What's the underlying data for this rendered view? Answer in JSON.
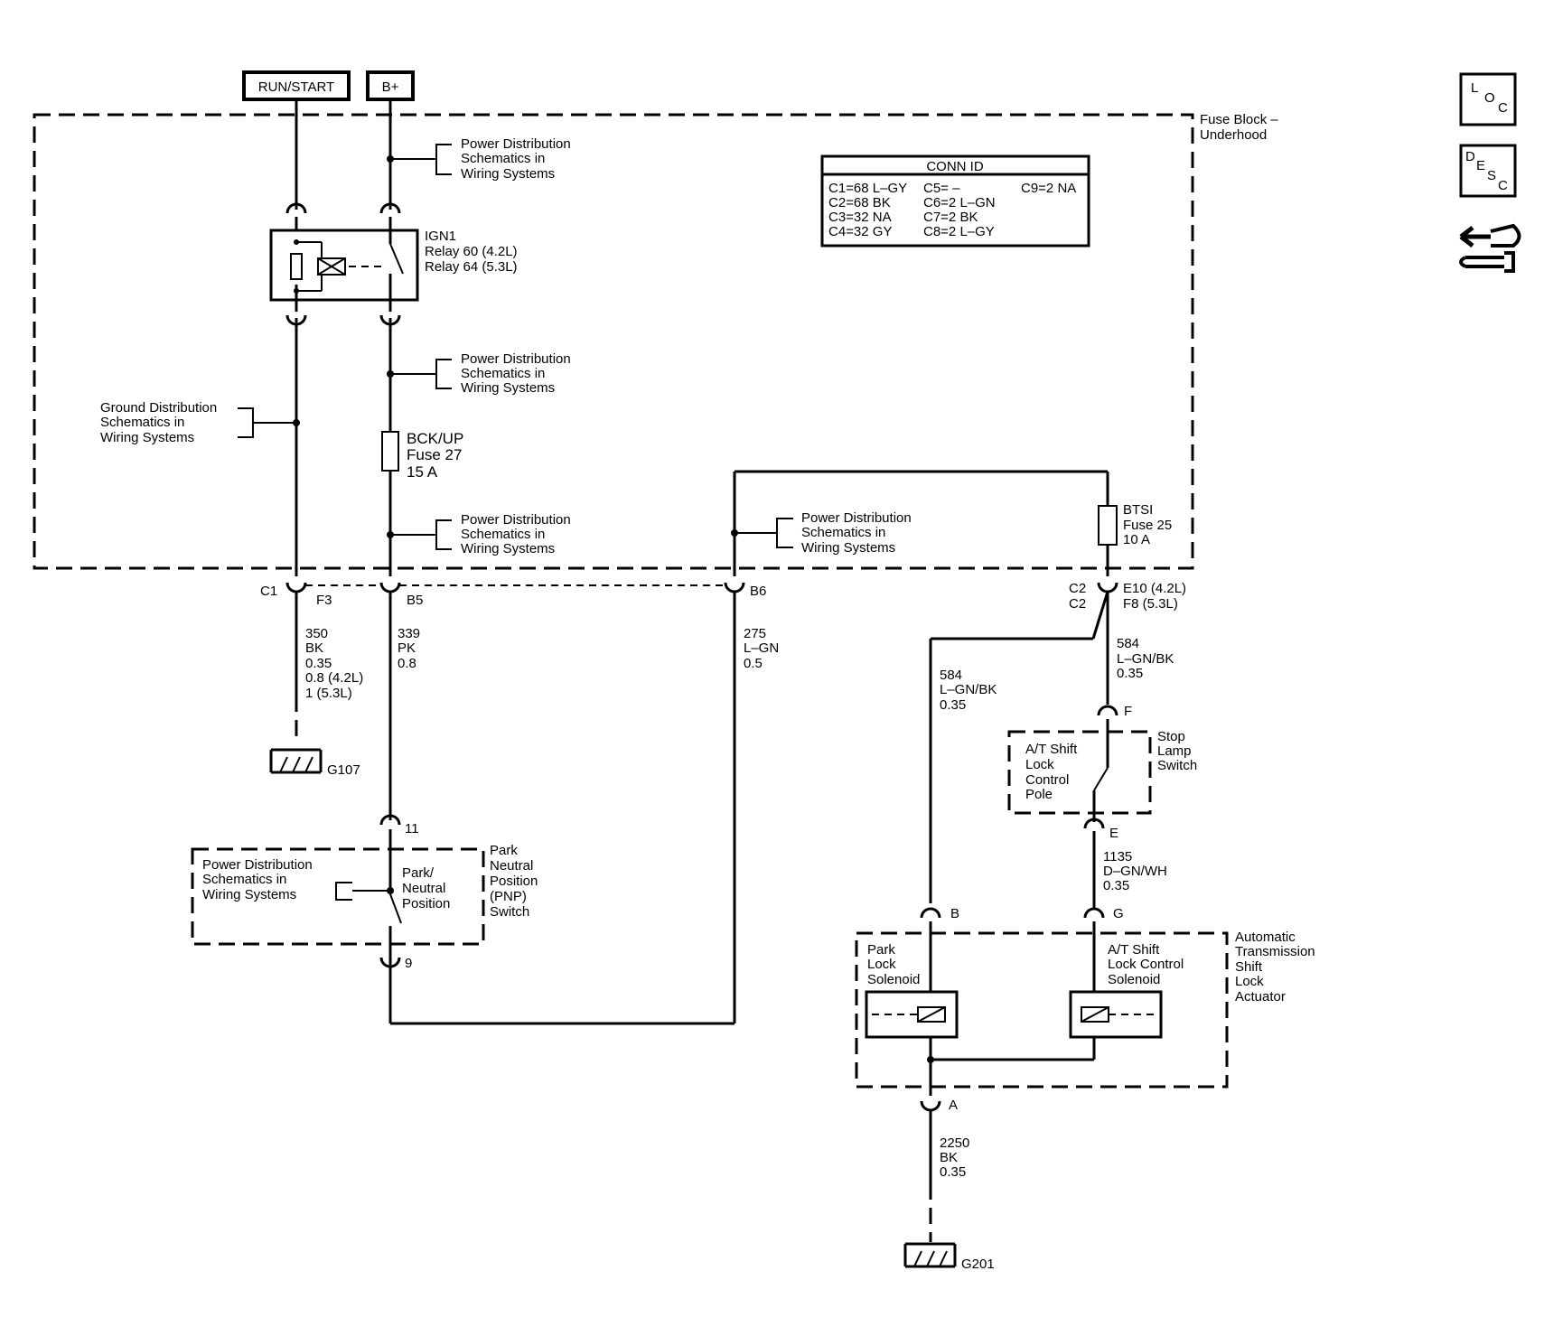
{
  "power_sources": {
    "run_start": "RUN/START",
    "b_plus": "B+"
  },
  "fuse_block": {
    "line1": "Fuse Block –",
    "line2": "Underhood"
  },
  "conn_id": {
    "title": "CONN ID",
    "rows": [
      [
        "C1=68 L–GY",
        "C5= –",
        "C9=2 NA"
      ],
      [
        "C2=68 BK",
        "C6=2 L–GN",
        ""
      ],
      [
        "C3=32 NA",
        "C7=2 BK",
        ""
      ],
      [
        "C4=32 GY",
        "C8=2 L–GY",
        ""
      ]
    ]
  },
  "nav_icons": {
    "loc": [
      "L",
      "O",
      "C"
    ],
    "desc": [
      "D",
      "E",
      "S",
      "C"
    ]
  },
  "ref_power": [
    "Power Distribution",
    "Schematics in",
    "Wiring Systems"
  ],
  "ref_ground": [
    "Ground Distribution",
    "Schematics in",
    "Wiring Systems"
  ],
  "relay": {
    "name": "IGN1",
    "line2": "Relay 60 (4.2L)",
    "line3": "Relay 64 (5.3L)"
  },
  "fuse27": {
    "name": "BCK/UP",
    "line2": "Fuse 27",
    "line3": "15 A"
  },
  "fuse25": {
    "name": "BTSI",
    "line2": "Fuse 25",
    "line3": "10 A"
  },
  "connectors": {
    "c1": "C1",
    "f3": "F3",
    "b5": "B5",
    "b6": "B6",
    "c2a": "C2",
    "c2b": "C2",
    "e10": "E10 (4.2L)",
    "f8": "F8 (5.3L)",
    "pin11": "11",
    "pin9": "9",
    "pinF": "F",
    "pinE": "E",
    "pinB": "B",
    "pinG": "G",
    "pinA": "A"
  },
  "wires": {
    "w350": [
      "350",
      "BK",
      "0.35",
      "0.8 (4.2L)",
      "1 (5.3L)"
    ],
    "w339": [
      "339",
      "PK",
      "0.8"
    ],
    "w275": [
      "275",
      "L–GN",
      "0.5"
    ],
    "w584a": [
      "584",
      "L–GN/BK",
      "0.35"
    ],
    "w584b": [
      "584",
      "L–GN/BK",
      "0.35"
    ],
    "w1135": [
      "1135",
      "D–GN/WH",
      "0.35"
    ],
    "w2250": [
      "2250",
      "BK",
      "0.35"
    ]
  },
  "grounds": {
    "g107": "G107",
    "g201": "G201"
  },
  "pnp": {
    "inner": [
      "Park/",
      "Neutral",
      "Position"
    ],
    "outer": [
      "Park",
      "Neutral",
      "Position",
      "(PNP)",
      "Switch"
    ]
  },
  "stop_lamp": {
    "inner": [
      "A/T Shift",
      "Lock",
      "Control",
      "Pole"
    ],
    "outer": [
      "Stop",
      "Lamp",
      "Switch"
    ]
  },
  "actuator": {
    "name": [
      "Automatic",
      "Transmission",
      "Shift",
      "Lock",
      "Actuator"
    ],
    "park_lock": [
      "Park",
      "Lock",
      "Solenoid"
    ],
    "shift_lock": [
      "A/T Shift",
      "Lock Control",
      "Solenoid"
    ]
  }
}
